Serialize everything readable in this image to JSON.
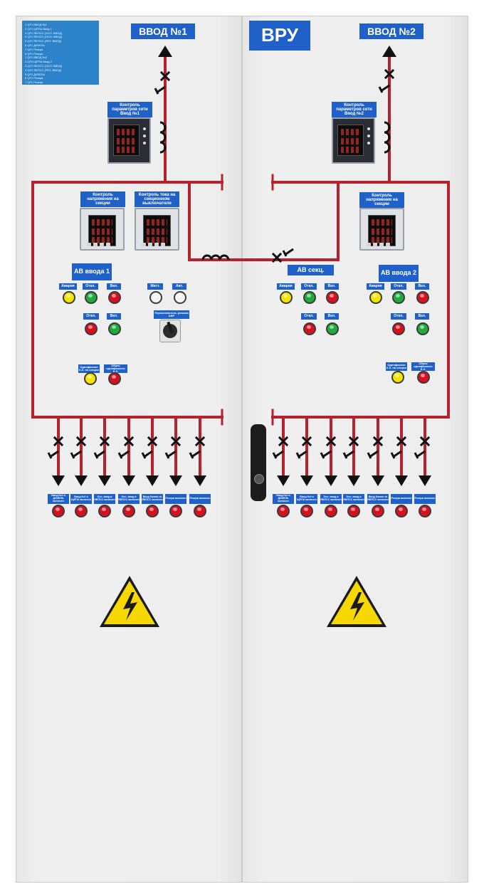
{
  "labels": {
    "vvod1": "ВВОД №1",
    "vru": "ВРУ",
    "vvod2": "ВВОД №2",
    "meter_in1": "Контроль параметров сети Ввод №1",
    "meter_in2": "Контроль параметров сети Ввод №2",
    "volt_sec_left": "Контроль напряжения на секции",
    "current_sec": "Контроль тока на секционном выключателе",
    "volt_sec_right": "Контроль напряжения на секции",
    "av_vvoda1": "АВ ввода 1",
    "av_sekc": "АВ секц.",
    "av_vvoda2": "АВ ввода 2",
    "avaria": "Авария",
    "otkl": "Откл.",
    "vkl": "Вкл.",
    "mest": "Мест.",
    "avt": "Авт.",
    "switch_avr": "Переключатель режима АВР",
    "kz_left": "Однофазное К.З. на секции",
    "reset_left": "Сброс однофазного К.З.",
    "kz_right": "Однофазное К.З. на секции",
    "reset_right": "Сброс однофазного К.З."
  },
  "left_feeders": [
    "Ввод №1 в ДИЗЕЛЬ включен",
    "Ввод №1 в ЩРПА включен",
    "Осн. ввод в ЯБПСС включен",
    "Осн. ввод в ЯБПСС включен",
    "Ввод Компл-та ЯБПСС включен",
    "Резерв включен",
    "Резерв включен"
  ],
  "right_feeders": [
    "Ввод №2 в ДИЗЕЛЬ включен",
    "Ввод №2 в ЩРПА включен",
    "Осн. ввод в ЯБПСС включен",
    "Осн. ввод в ЯБПСС включен",
    "Ввод Компл-та ЯБПСС включен",
    "Резерв включен",
    "Резерв включен"
  ],
  "sticker_lines": [
    "1 QF1  ВВОД №1",
    "2 QF1  ЩРПА Ввод 1",
    "3 QF1  ЯБПСС (ОСН. ВВОД)",
    "4 QF1  ЯБПСС (ОСН. ВВОД)",
    "5 QF1  ЯБПСС (РЕЗ. ВВОД)",
    "6 QF1  ДИЗЕЛЬ",
    "7 QF1  Резерв",
    "8 QF1  Резерв",
    "1 QF2  ВВОД №2",
    "2 QF2  ЩРПА Ввод 2",
    "3 QF2  ЯБПСС (ОСН. ВВОД)",
    "4 QF2  ЯБПСС (РЕЗ. ВВОД)",
    "5 QF2  ДИЗЕЛЬ",
    "6 QF2  Резерв",
    "7 QF2  Резерв"
  ],
  "colors": {
    "panel": "#eeeeee",
    "label_blue": "#1f60c9",
    "bus_red": "#b5222b",
    "lamp_yellow": "#f4e400",
    "lamp_green": "#1faa3a",
    "lamp_red": "#d80f1f",
    "lamp_white": "#f4f4f4",
    "warning_yellow": "#f6d800"
  },
  "icons": [
    "lightning-warning-icon",
    "circuit-breaker-icon",
    "current-transformer-icon",
    "output-arrow-icon",
    "indicator-lamp-icon",
    "mode-switch-icon",
    "door-handle-icon"
  ]
}
